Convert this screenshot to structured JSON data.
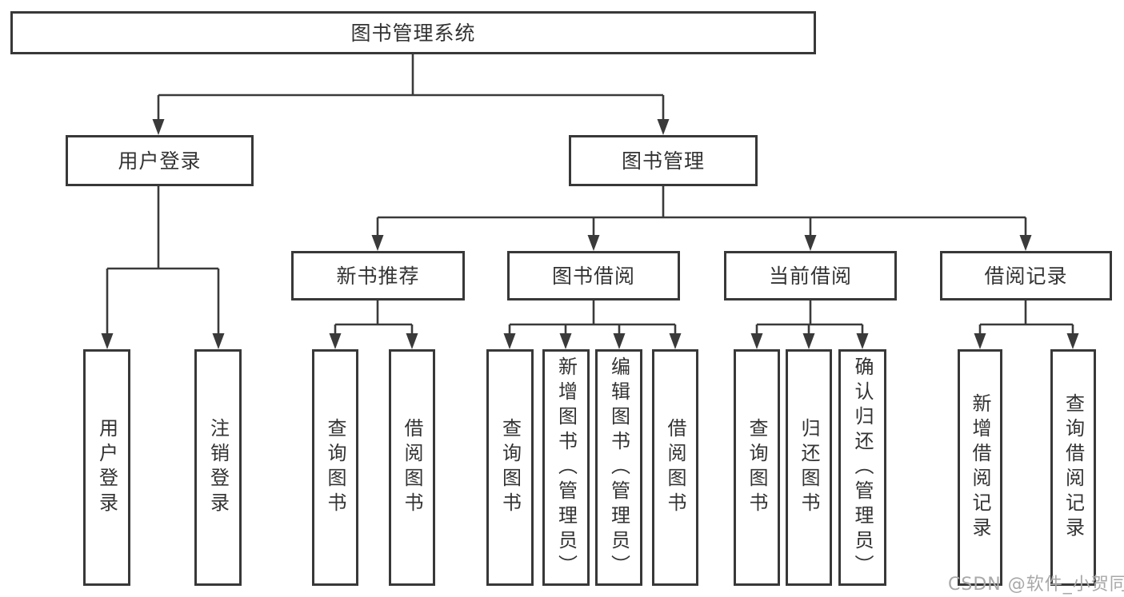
{
  "diagram": {
    "type": "hierarchy-tree",
    "title": "图书管理系统",
    "nodes": [
      {
        "id": "root",
        "label": "图书管理系统",
        "level": 1
      },
      {
        "id": "user-login",
        "label": "用户登录",
        "level": 2
      },
      {
        "id": "book-mgmt",
        "label": "图书管理",
        "level": 2
      },
      {
        "id": "new-book-rec",
        "label": "新书推荐",
        "level": 3
      },
      {
        "id": "book-borrow",
        "label": "图书借阅",
        "level": 3
      },
      {
        "id": "current-borrow",
        "label": "当前借阅",
        "level": 3
      },
      {
        "id": "borrow-record",
        "label": "借阅记录",
        "level": 3
      },
      {
        "id": "leaf-user-login",
        "label": "用户登录",
        "level": 4
      },
      {
        "id": "leaf-logout",
        "label": "注销登录",
        "level": 4
      },
      {
        "id": "leaf-query-book-1",
        "label": "查询图书",
        "level": 4
      },
      {
        "id": "leaf-borrow-book-1",
        "label": "借阅图书",
        "level": 4
      },
      {
        "id": "leaf-query-book-2",
        "label": "查询图书",
        "level": 4
      },
      {
        "id": "leaf-add-book",
        "label": "新增图书（管理员）",
        "level": 4
      },
      {
        "id": "leaf-edit-book",
        "label": "编辑图书（管理员）",
        "level": 4
      },
      {
        "id": "leaf-borrow-book-2",
        "label": "借阅图书",
        "level": 4
      },
      {
        "id": "leaf-query-book-3",
        "label": "查询图书",
        "level": 4
      },
      {
        "id": "leaf-return-book",
        "label": "归还图书",
        "level": 4
      },
      {
        "id": "leaf-confirm-return",
        "label": "确认归还（管理员）",
        "level": 4
      },
      {
        "id": "leaf-add-record",
        "label": "新增借阅记录",
        "level": 4
      },
      {
        "id": "leaf-query-record",
        "label": "查询借阅记录",
        "level": 4
      }
    ],
    "hierarchy": {
      "图书管理系统": [
        "用户登录",
        "图书管理"
      ],
      "用户登录": [
        "用户登录",
        "注销登录"
      ],
      "图书管理": [
        "新书推荐",
        "图书借阅",
        "当前借阅",
        "借阅记录"
      ],
      "新书推荐": [
        "查询图书",
        "借阅图书"
      ],
      "图书借阅": [
        "查询图书",
        "新增图书（管理员）",
        "编辑图书（管理员）",
        "借阅图书"
      ],
      "当前借阅": [
        "查询图书",
        "归还图书",
        "确认归还（管理员）"
      ],
      "借阅记录": [
        "新增借阅记录",
        "查询借阅记录"
      ]
    }
  },
  "watermark": {
    "text": "CSDN @软件_小贺同学"
  },
  "colors": {
    "background": "#ffffff",
    "box_border": "#383838",
    "connector": "#3a3a3a",
    "text": "#333333",
    "watermark": "#a8a8a8"
  }
}
